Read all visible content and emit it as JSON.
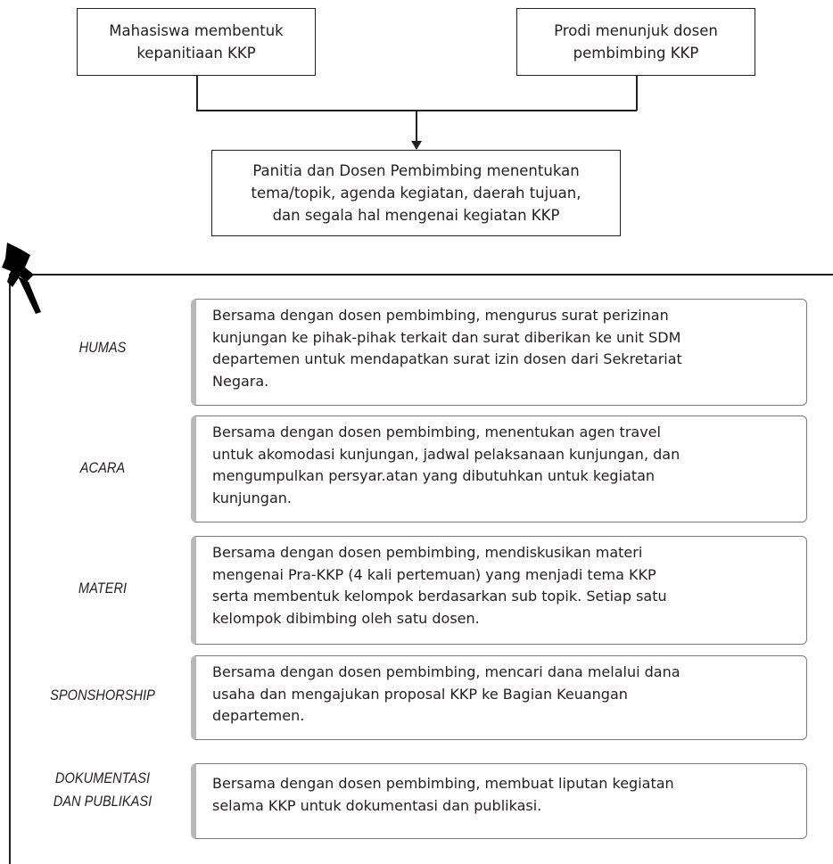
{
  "flow": {
    "box_mahasiswa": [
      "Mahasiswa membentuk",
      "kepanitiaan KKP"
    ],
    "box_prodi": [
      "Prodi menunjuk dosen",
      "pembimbing KKP"
    ],
    "box_panitia": [
      "Panitia dan Dosen Pembimbing menentukan",
      "tema/topik, agenda kegiatan, daerah tujuan,",
      "dan segala hal mengenai kegiatan KKP"
    ]
  },
  "roles": [
    {
      "name": [
        "HUMAS"
      ],
      "desc": [
        "Bersama dengan dosen pembimbing, mengurus surat perizinan",
        "kunjungan ke pihak-pihak terkait dan surat diberikan ke unit SDM",
        "departemen untuk mendapatkan surat izin dosen dari Sekretariat",
        "Negara."
      ]
    },
    {
      "name": [
        "ACARA"
      ],
      "desc": [
        "Bersama dengan dosen pembimbing, menentukan agen travel",
        "untuk akomodasi kunjungan, jadwal pelaksanaan kunjungan, dan",
        "mengumpulkan persyar.atan yang dibutuhkan untuk kegiatan",
        "kunjungan."
      ]
    },
    {
      "name": [
        "MATERI"
      ],
      "desc": [
        "Bersama dengan dosen pembimbing, mendiskusikan materi",
        "mengenai Pra-KKP (4 kali pertemuan) yang menjadi tema KKP",
        "serta membentuk kelompok berdasarkan sub topik. Setiap satu",
        "kelompok dibimbing oleh satu dosen."
      ]
    },
    {
      "name": [
        "SPONSHORSHIP"
      ],
      "desc": [
        "Bersama dengan dosen pembimbing, mencari dana melalui dana",
        "usaha dan mengajukan proposal KKP ke Bagian Keuangan",
        "departemen."
      ]
    },
    {
      "name": [
        "DOKUMENTASI",
        "DAN PUBLIKASI"
      ],
      "desc": [
        "Bersama dengan dosen pembimbing, membuat liputan kegiatan",
        "selama KKP untuk dokumentasi dan publikasi."
      ]
    }
  ]
}
